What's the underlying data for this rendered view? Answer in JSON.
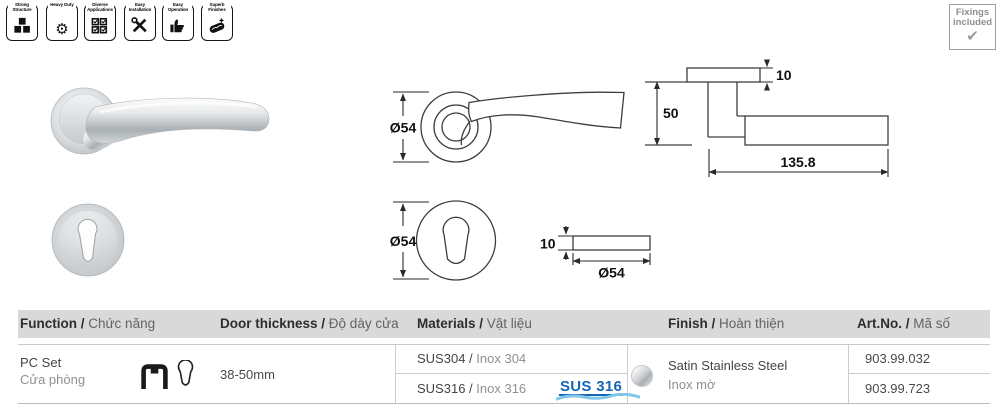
{
  "features": {
    "items": [
      {
        "label": "Strong Structure"
      },
      {
        "label": "Heavy Duty"
      },
      {
        "label": "Diverse Applications"
      },
      {
        "label": "Easy Installation"
      },
      {
        "label": "Easy Operation"
      },
      {
        "label": "Superb Finishes"
      }
    ]
  },
  "glyphs": {
    "gear": "⚙",
    "check": "✔"
  },
  "fixings": {
    "label": "Fixings included"
  },
  "dimensions": {
    "rose_diameter": "Ø54",
    "rose_depth": "10",
    "handle_height": "50",
    "handle_length": "135.8",
    "escutcheon_diameter": "Ø54",
    "escutcheon_depth": "10",
    "escutcheon_side_diameter": "Ø54"
  },
  "colors": {
    "accent_blue": "#1565b4",
    "header_bg": "#d9d9d9"
  },
  "table": {
    "headers": [
      {
        "en": "Function /",
        "vi": "Chức năng"
      },
      {
        "en": "Door thickness /",
        "vi": "Độ dày cửa"
      },
      {
        "en": "Materials /",
        "vi": "Vật liệu"
      },
      {
        "en": "Finish /",
        "vi": "Hoàn thiện"
      },
      {
        "en": "Art.No. /",
        "vi": "Mã số"
      }
    ],
    "row": {
      "function_en": "PC Set",
      "function_vi": "Cửa phòng",
      "door_thickness": "38-50mm",
      "materials": [
        {
          "en": "SUS304 /",
          "vi": "Inox 304"
        },
        {
          "en": "SUS316 /",
          "vi": "Inox 316"
        }
      ],
      "material_badge": "SUS 316",
      "finish_en": "Satin Stainless Steel",
      "finish_vi": "Inox mờ",
      "art_nos": [
        "903.99.032",
        "903.99.723"
      ]
    }
  }
}
